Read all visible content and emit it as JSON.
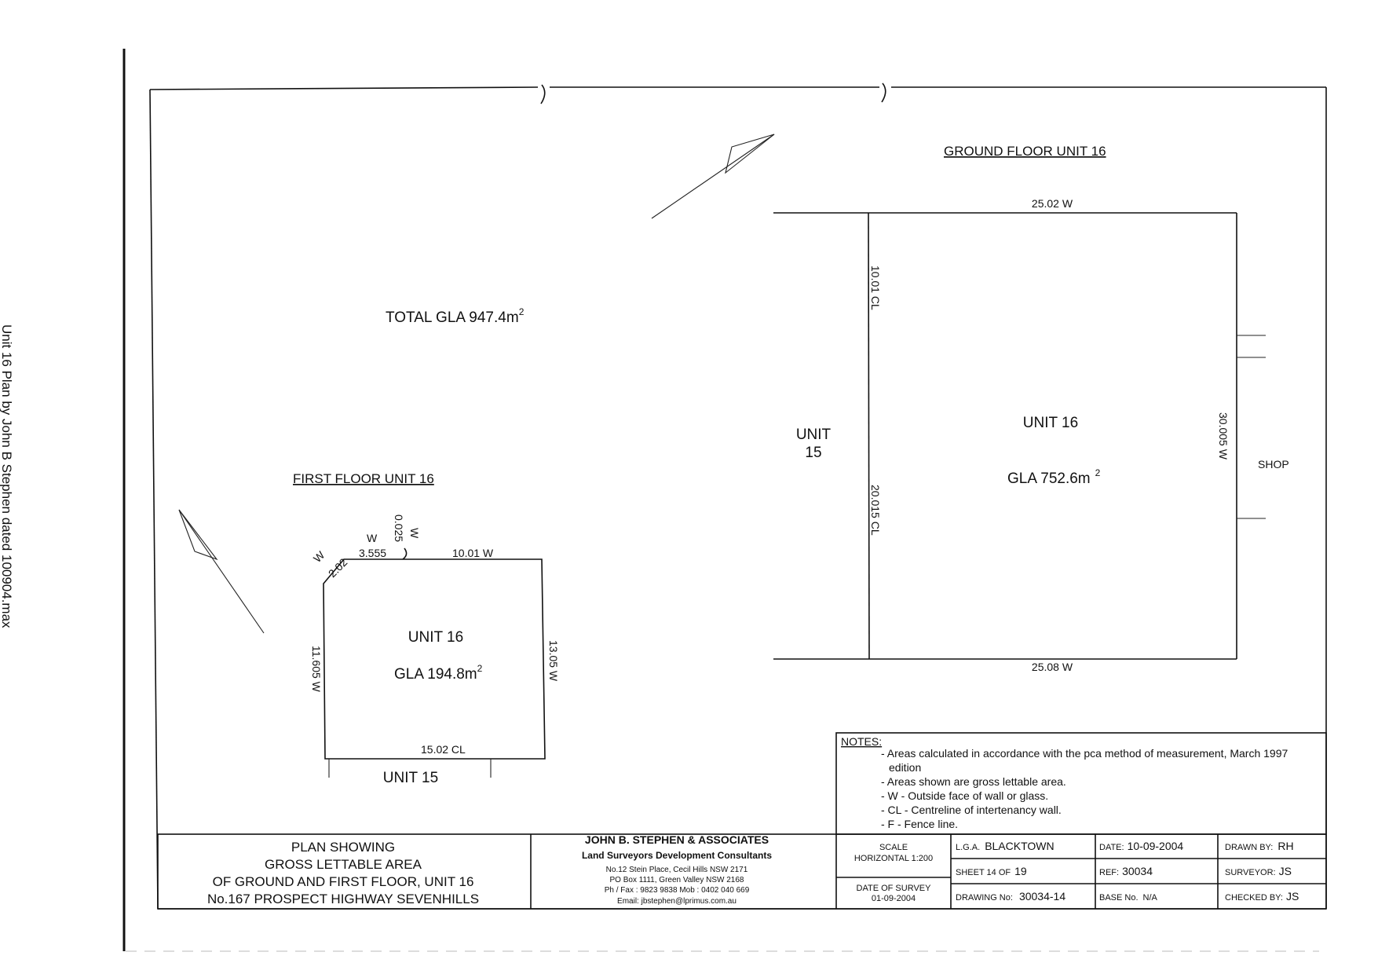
{
  "side_label": "Unit 16 Plan by John B Stephen dated 100904.max",
  "total_gla": {
    "label": "TOTAL GLA 947.4m",
    "sup": "2"
  },
  "ground_floor": {
    "title": "GROUND FLOOR UNIT 16",
    "top_dim": "25.02 W",
    "bottom_dim": "25.08 W",
    "left_dim_upper": "10.01 CL",
    "left_dim_lower": "20.015 CL",
    "right_dim": "30.005 W",
    "unit_label": "UNIT 16",
    "gla": {
      "label": "GLA 752.6m",
      "sup": "2"
    },
    "neighbour_left": [
      "UNIT",
      "15"
    ],
    "neighbour_right": "SHOP"
  },
  "first_floor": {
    "title": "FIRST FLOOR UNIT 16",
    "dim_diag": "2.02",
    "dim_diag_w": "W",
    "dim_short": "3.555",
    "dim_short_w": "W",
    "dim_tiny": "0.025",
    "dim_tiny_w": "W",
    "top_dim": "10.01 W",
    "left_dim": "11.605 W",
    "right_dim": "13.05 W",
    "bottom_dim": "15.02 CL",
    "unit_label": "UNIT 16",
    "gla": {
      "label": "GLA 194.8m",
      "sup": "2"
    },
    "neighbour_below": "UNIT 15"
  },
  "notes": {
    "heading": "NOTES:",
    "items": [
      "- Areas calculated in accordance with the pca method of measurement, March 1997",
      "edition",
      "- Areas shown are gross lettable area.",
      "- W - Outside face of wall or glass.",
      "- CL - Centreline of intertenancy wall.",
      "- F - Fence line."
    ]
  },
  "title_block": {
    "plan_lines": [
      "PLAN SHOWING",
      "GROSS LETTABLE AREA",
      "OF GROUND AND FIRST FLOOR, UNIT 16",
      "No.167 PROSPECT HIGHWAY SEVENHILLS"
    ],
    "firm": {
      "name": "JOHN B. STEPHEN & ASSOCIATES",
      "tagline": "Land Surveyors   Development Consultants",
      "address1": "No.12 Stein Place, Cecil Hills NSW 2171",
      "address2": "PO Box 1111, Green Valley NSW 2168",
      "phone": "Ph / Fax : 9823 9838   Mob : 0402 040 669",
      "email": "Email:  jbstephen@lprimus.com.au"
    },
    "scale_label": "SCALE",
    "scale_value": "HORIZONTAL 1:200",
    "survey_label": "DATE OF SURVEY",
    "survey_date": "01-09-2004",
    "lga_label": "L.G.A.",
    "lga_value": "BLACKTOWN",
    "sheet_label": "SHEET 14 OF",
    "sheet_value": "19",
    "drawing_label": "DRAWING No:",
    "drawing_value": "30034-14",
    "date_label": "DATE:",
    "date_value": "10-09-2004",
    "ref_label": "REF:",
    "ref_value": "30034",
    "base_label": "BASE No.",
    "base_value": "N/A",
    "drawn_label": "DRAWN BY:",
    "drawn_value": "RH",
    "surveyor_label": "SURVEYOR:",
    "surveyor_value": "JS",
    "checked_label": "CHECKED BY:",
    "checked_value": "JS"
  }
}
